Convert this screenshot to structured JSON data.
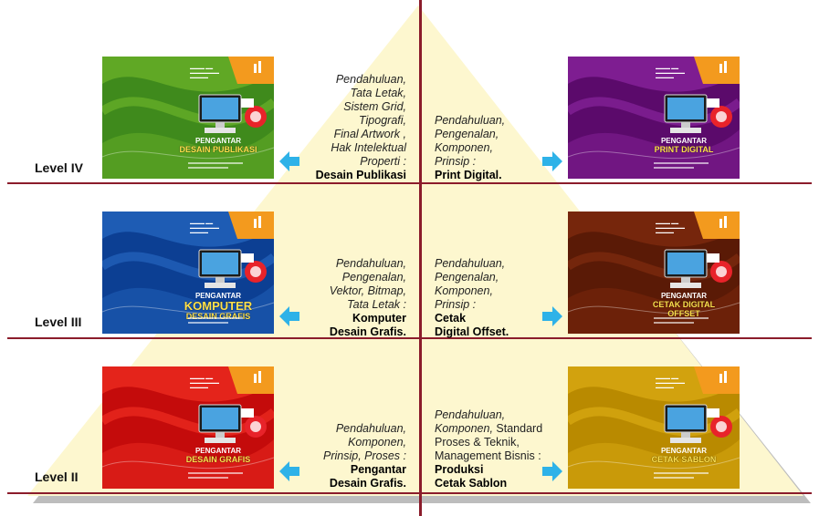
{
  "levels": [
    {
      "label": "Level IV",
      "left": {
        "italic": "Pendahuluan,\nTata Letak,\nSistem Grid,\nTipografi,\nFinal Artwork ,\nHak Intelektual\nProperti :",
        "bold": "Desain Publikasi",
        "book": {
          "prefix": "PENGANTAR",
          "title": "DESAIN PUBLIKASI",
          "color": "#3f8a1c",
          "accent": "#7cc12e"
        }
      },
      "right": {
        "italic": "Pendahuluan,\nPengenalan,\nKomponen,\nPrinsip :",
        "bold": "Print Digital.",
        "book": {
          "prefix": "PENGANTAR",
          "title": "PRINT DIGITAL",
          "color": "#5b0a6b",
          "accent": "#9a2db0"
        }
      }
    },
    {
      "label": "Level III",
      "left": {
        "italic": "Pendahuluan,\nPengenalan,\nVektor, Bitmap,\nTata Letak :",
        "bold": "Komputer\nDesain Grafis.",
        "book": {
          "prefix": "PENGANTAR",
          "title": "KOMPUTER",
          "title2": "DESAIN GRAFIS",
          "color": "#0c3f93",
          "accent": "#2d74cf"
        }
      },
      "right": {
        "italic": "Pendahuluan,\nPengenalan,\nKomponen,\nPrinsip :",
        "bold": "Cetak\nDigital Offset.",
        "book": {
          "prefix": "PENGANTAR",
          "title": "CETAK DIGITAL",
          "title2": "OFFSET",
          "color": "#5a1a06",
          "accent": "#8e3212"
        }
      }
    },
    {
      "label": "Level II",
      "left": {
        "italic": "Pendahuluan,\nKomponen,\nPrinsip, Proses :",
        "bold": "Pengantar\nDesain Grafis.",
        "book": {
          "prefix": "PENGANTAR",
          "title": "DESAIN GRAFIS",
          "color": "#c40b0b",
          "accent": "#ff3a2a"
        }
      },
      "right": {
        "italic": "Pendahuluan,\nKomponen,",
        "extra": " Standard\nProses & Teknik,\nManagement Bisnis :",
        "bold": "Produksi\nCetak Sablon",
        "book": {
          "prefix": "PENGANTAR",
          "title": "CETAK SABLON",
          "color": "#b98a00",
          "accent": "#e7b719"
        }
      }
    }
  ],
  "colors": {
    "pyramid_fill": "#fdf7cf",
    "pyramid_shadow": "#b9b9b9",
    "divider": "#8b1c2b",
    "arrow": "#2eb2e8"
  }
}
